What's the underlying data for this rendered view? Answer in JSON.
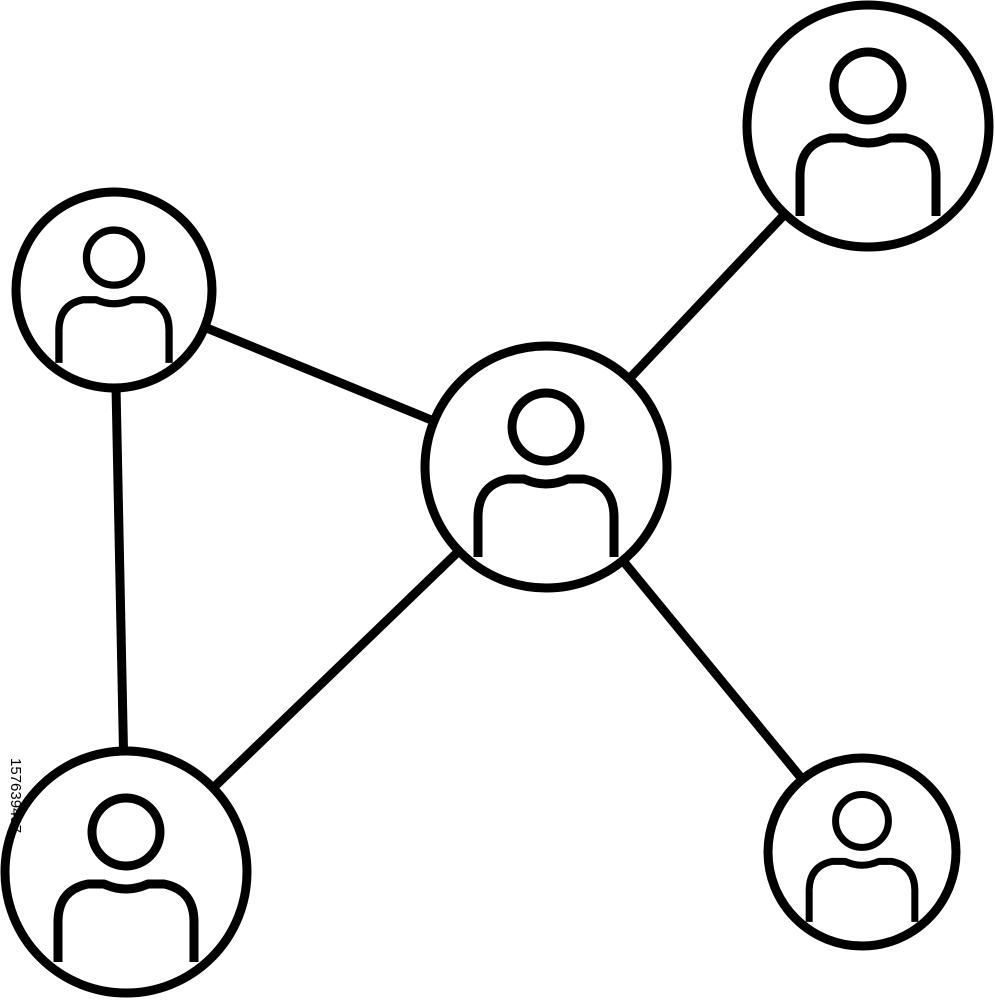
{
  "stock_id_text": "157639497",
  "colors": {
    "stroke": "#000000",
    "background": "#ffffff"
  },
  "icon": "person-icon",
  "nodes": [
    {
      "id": "top-left"
    },
    {
      "id": "center"
    },
    {
      "id": "top-right"
    },
    {
      "id": "bottom-left"
    },
    {
      "id": "bottom-right"
    }
  ],
  "edges": [
    {
      "from": "top-left",
      "to": "center"
    },
    {
      "from": "top-left",
      "to": "bottom-left"
    },
    {
      "from": "center",
      "to": "top-right"
    },
    {
      "from": "center",
      "to": "bottom-left"
    },
    {
      "from": "center",
      "to": "bottom-right"
    }
  ]
}
